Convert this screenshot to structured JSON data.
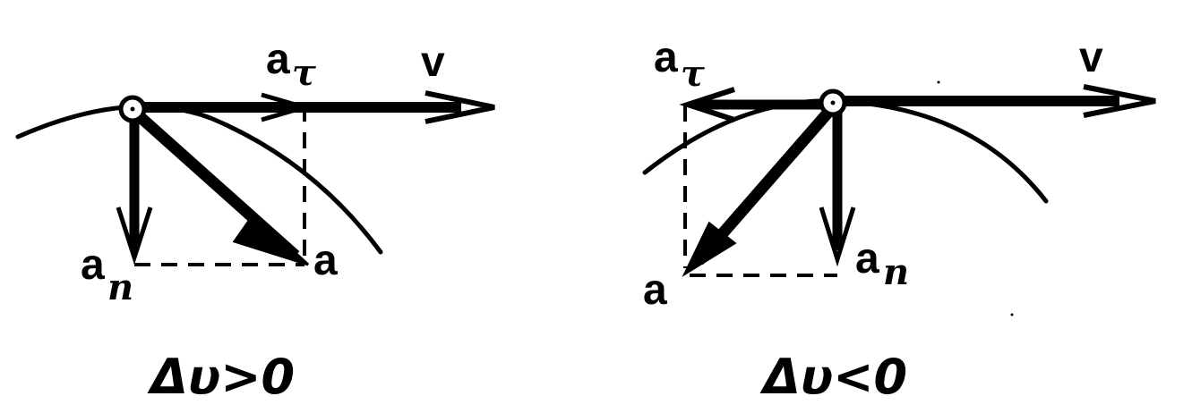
{
  "left": {
    "labels": {
      "v": "v",
      "a_tau": "a",
      "a_tau_sub": "τ",
      "a_n": "a",
      "a_n_sub": "n",
      "a": "a"
    },
    "condition": "Δυ>0"
  },
  "right": {
    "labels": {
      "v": "v",
      "a_tau": "a",
      "a_tau_sub": "τ",
      "a_n": "a",
      "a_n_sub": "n",
      "a": "a"
    },
    "condition": "Δυ<0"
  },
  "colors": {
    "ink": "#000000",
    "background": "#ffffff"
  }
}
